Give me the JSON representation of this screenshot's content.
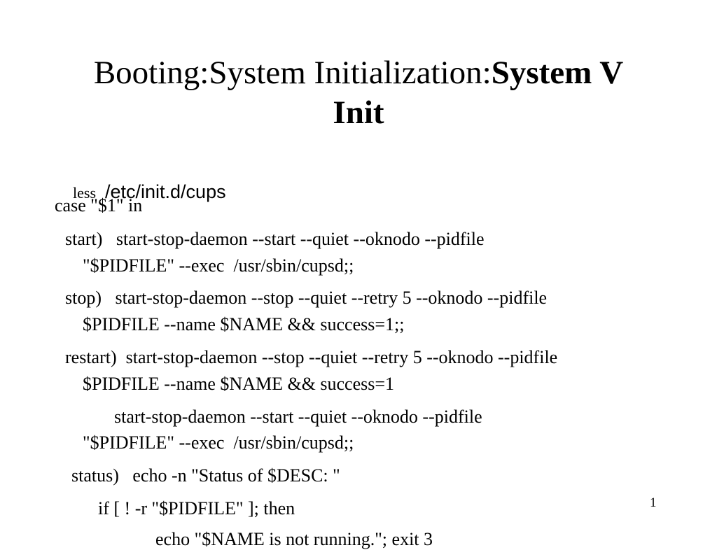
{
  "slide": {
    "title_plain": "Booting:System Initialization:",
    "title_bold_1": "System V",
    "title_bold_2": "Init",
    "command_prefix": "less",
    "command_path": "/etc/init.d/cups",
    "lines": [
      "case \"$1\" in",
      "start)   start-stop-daemon --start --quiet --oknodo --pidfile",
      "\"$PIDFILE\" --exec  /usr/sbin/cupsd;;",
      "stop)   start-stop-daemon --stop --quiet --retry 5 --oknodo --pidfile",
      "$PIDFILE --name $NAME && success=1;;",
      "restart)  start-stop-daemon --stop --quiet --retry 5 --oknodo --pidfile",
      "$PIDFILE --name $NAME && success=1",
      "start-stop-daemon --start --quiet --oknodo --pidfile",
      "\"$PIDFILE\" --exec  /usr/sbin/cupsd;;",
      "status)   echo -n \"Status of $DESC: \"",
      "if [ ! -r \"$PIDFILE\" ]; then",
      "echo \"$NAME is not running.\"; exit 3"
    ],
    "page_number": "1"
  }
}
